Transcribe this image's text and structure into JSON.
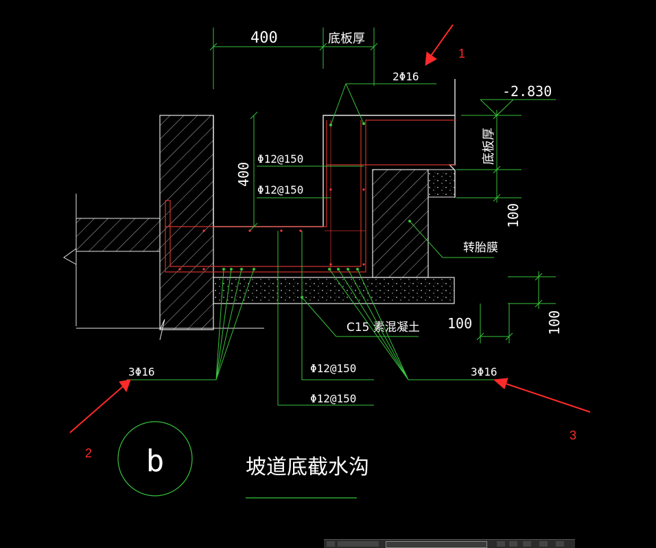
{
  "drawing": {
    "title": "坡道底截水沟",
    "section_label": "b"
  },
  "dimensions": {
    "width_top": "400",
    "slab_thk_top": "底板厚",
    "height_left": "400",
    "slab_thk_right": "底板厚",
    "right_100_a": "100",
    "bottom_100": "100",
    "right_100_b": "100",
    "elevation": "-2.830"
  },
  "rebar": {
    "top_bars": "2Φ16",
    "dist_upper": "Φ12@150",
    "dist_lower": "Φ12@150",
    "bottom_left": "3Φ16",
    "bottom_right": "3Φ16",
    "mid_1": "Φ12@150",
    "mid_2": "Φ12@150"
  },
  "materials": {
    "brick_form": "转胎膜",
    "lean_concrete": "C15 素混凝土"
  },
  "markers": [
    "1",
    "2",
    "3"
  ],
  "colors": {
    "background": "#000000",
    "line_green": "#39c43d",
    "line_white": "#e8e8e8",
    "rebar_red": "#d0342c",
    "marker_red": "#ff2b2b"
  }
}
